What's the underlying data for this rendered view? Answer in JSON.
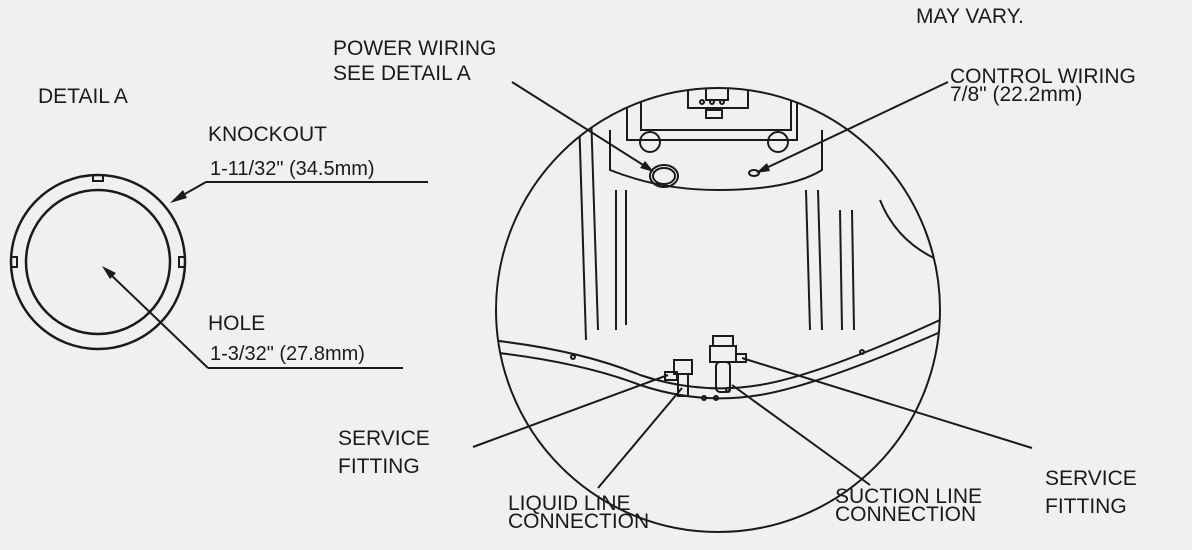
{
  "note_text": "MAY VARY.",
  "detail_a": {
    "title": "DETAIL A",
    "knockout": {
      "title": "KNOCKOUT",
      "dim": "1-11/32\" (34.5mm)"
    },
    "hole": {
      "title": "HOLE",
      "dim": "1-3/32\" (27.8mm)"
    }
  },
  "callouts": {
    "power_wiring": {
      "line1": "POWER WIRING",
      "line2": "SEE DETAIL A"
    },
    "control_wiring": {
      "line1": "CONTROL WIRING",
      "line2": "7/8\" (22.2mm)"
    },
    "service_left": {
      "line1": "SERVICE",
      "line2": "FITTING"
    },
    "liquid_line": {
      "line1": "LIQUID LINE",
      "line2": "CONNECTION"
    },
    "suction_line": {
      "line1": "SUCTION LINE",
      "line2": "CONNECTION"
    },
    "service_right": {
      "line1": "SERVICE",
      "line2": "FITTING"
    }
  },
  "colors": {
    "background": "#f0f0ef",
    "line": "#1a1a1a"
  }
}
